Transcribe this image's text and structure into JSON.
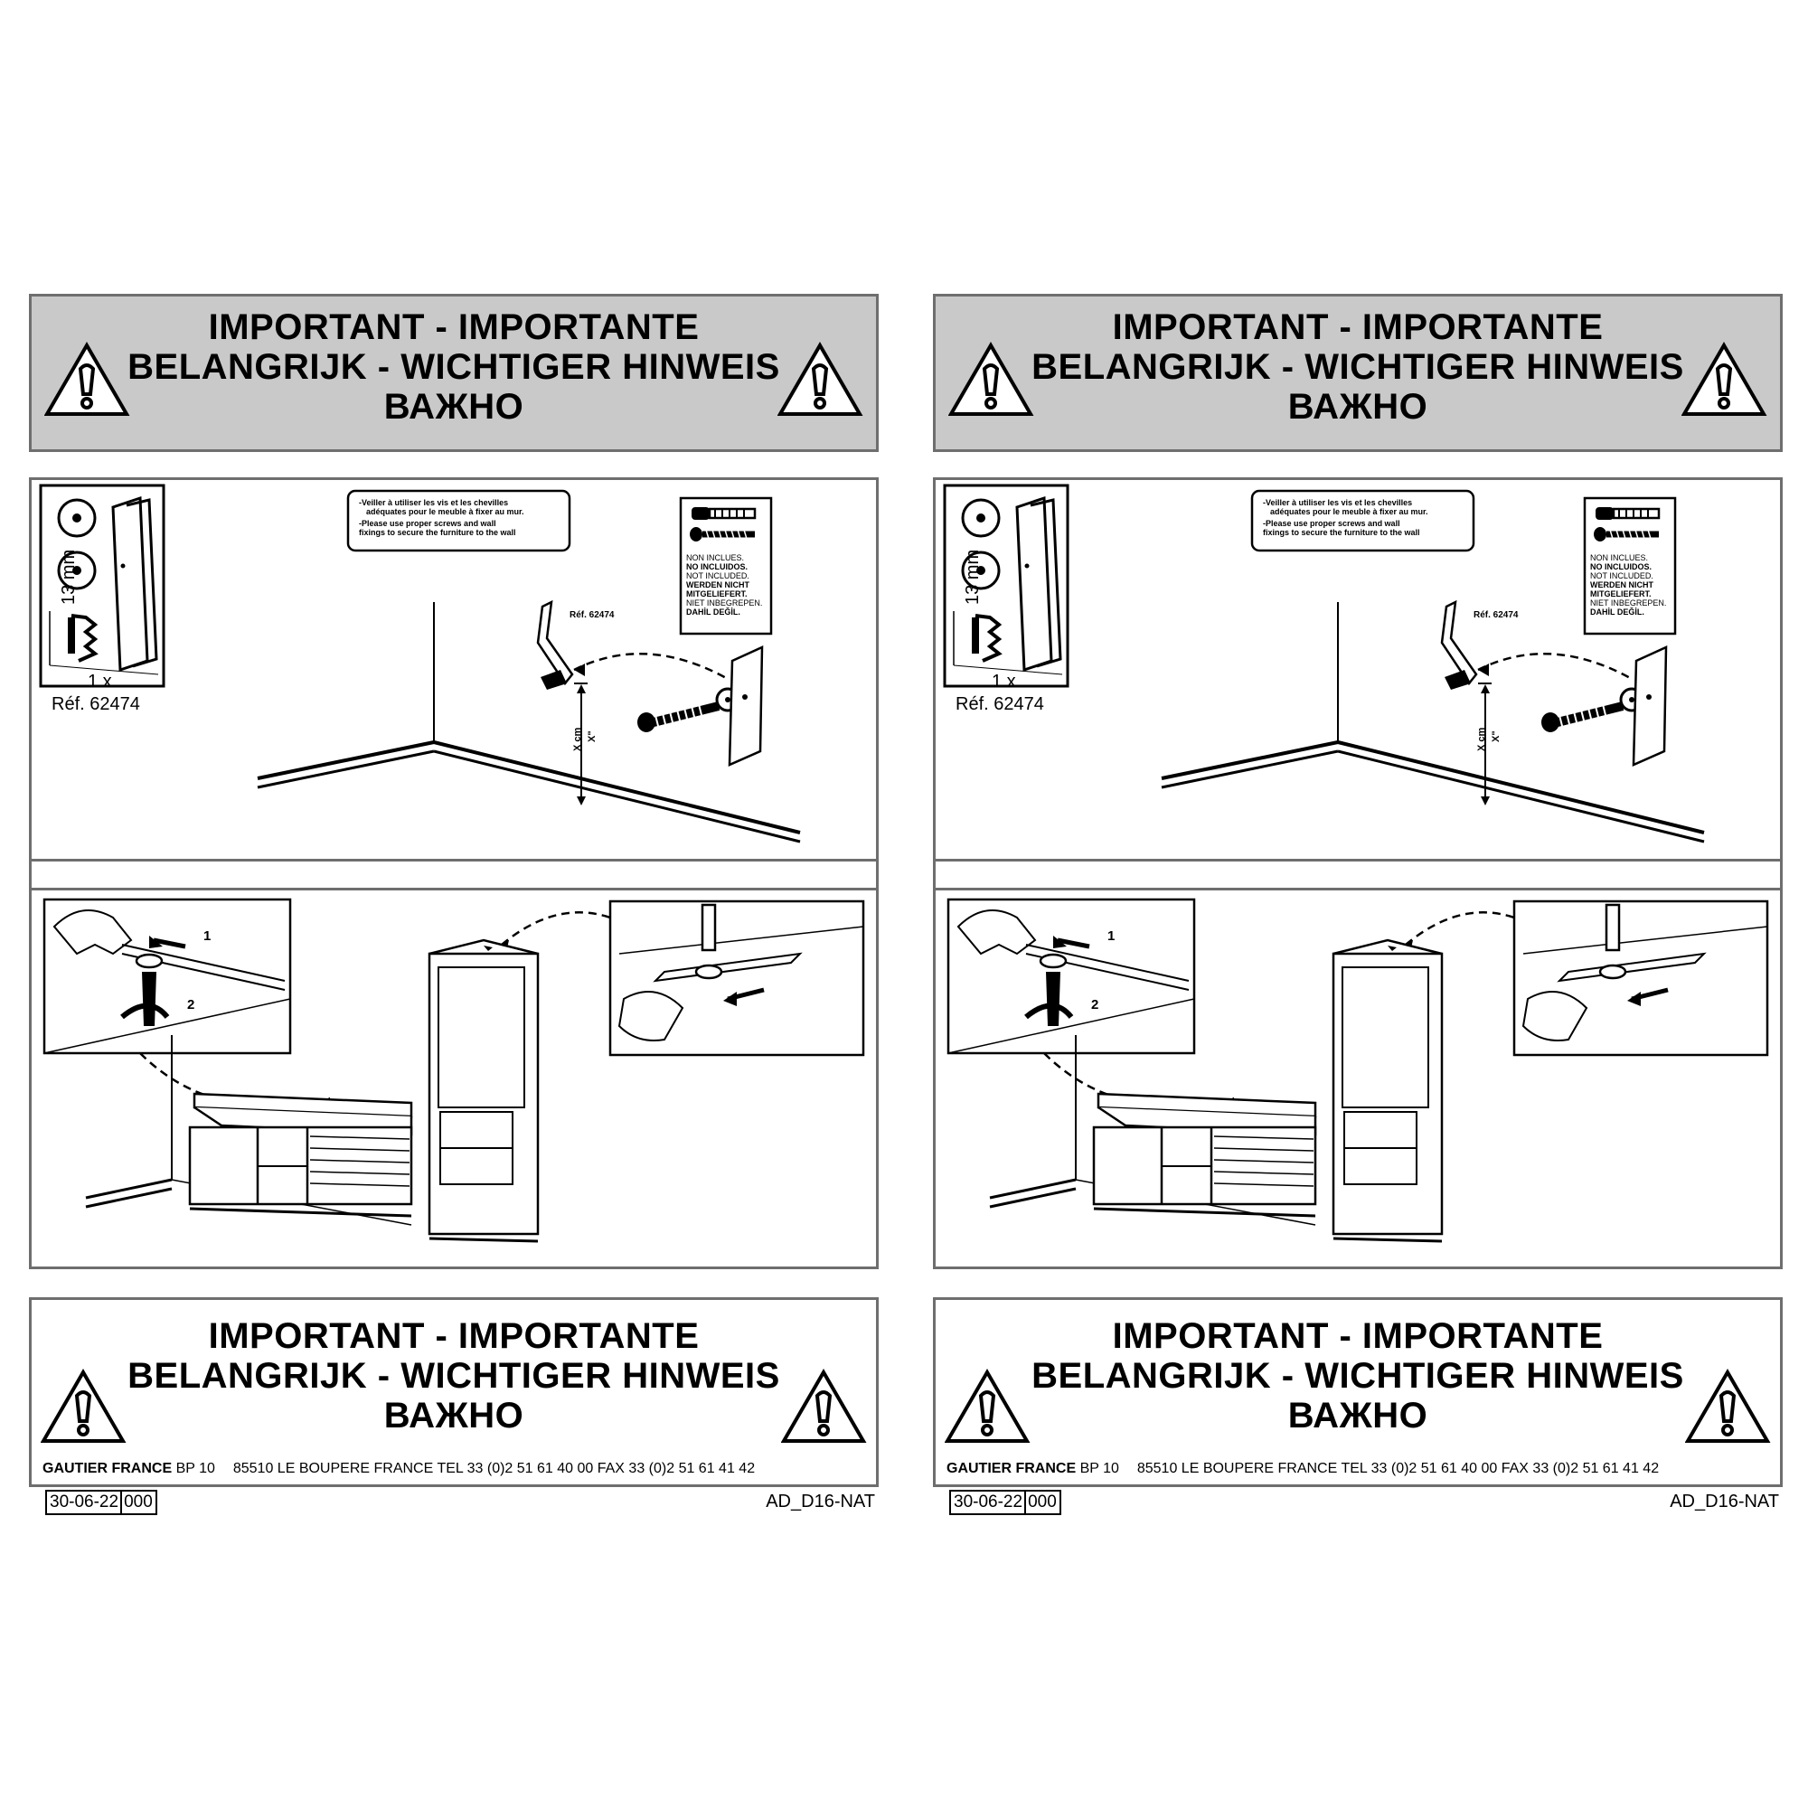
{
  "banner": {
    "line1": "IMPORTANT - IMPORTANTE",
    "line2": "BELANGRIJK - WICHTIGER HINWEIS",
    "line3": "ВАЖНО"
  },
  "parts": {
    "qty": "1 x",
    "ref": "Réf. 62474",
    "size": "13 mm",
    "bracket_ref": "Réf. 62474"
  },
  "wall_note": {
    "fr_1": "-Veiller à utiliser les vis et les chevilles",
    "fr_2": "adéquates pour le meuble à fixer au mur.",
    "en_1": "-Please use proper screws and wall",
    "en_2": "fixings to secure the furniture to the wall"
  },
  "not_included": [
    "NON INCLUES.",
    "NO INCLUIDOS.",
    "NOT INCLUDED.",
    "WERDEN NICHT",
    "MITGELIEFERT.",
    "NIET INBEGREPEN.",
    "DAHİL DEĞİL."
  ],
  "measure": {
    "cm": "X cm",
    "inch": "X\""
  },
  "steps": {
    "one": "1",
    "two": "2"
  },
  "footer": {
    "company": "GAUTIER FRANCE",
    "address": "BP 10",
    "city": "85510 LE BOUPERE FRANCE TEL 33 (0)2 51 61 40 00 FAX 33 (0)2 51 61 41 42",
    "date": "30-06-22",
    "rev": "000",
    "code": "AD_D16-NAT"
  }
}
